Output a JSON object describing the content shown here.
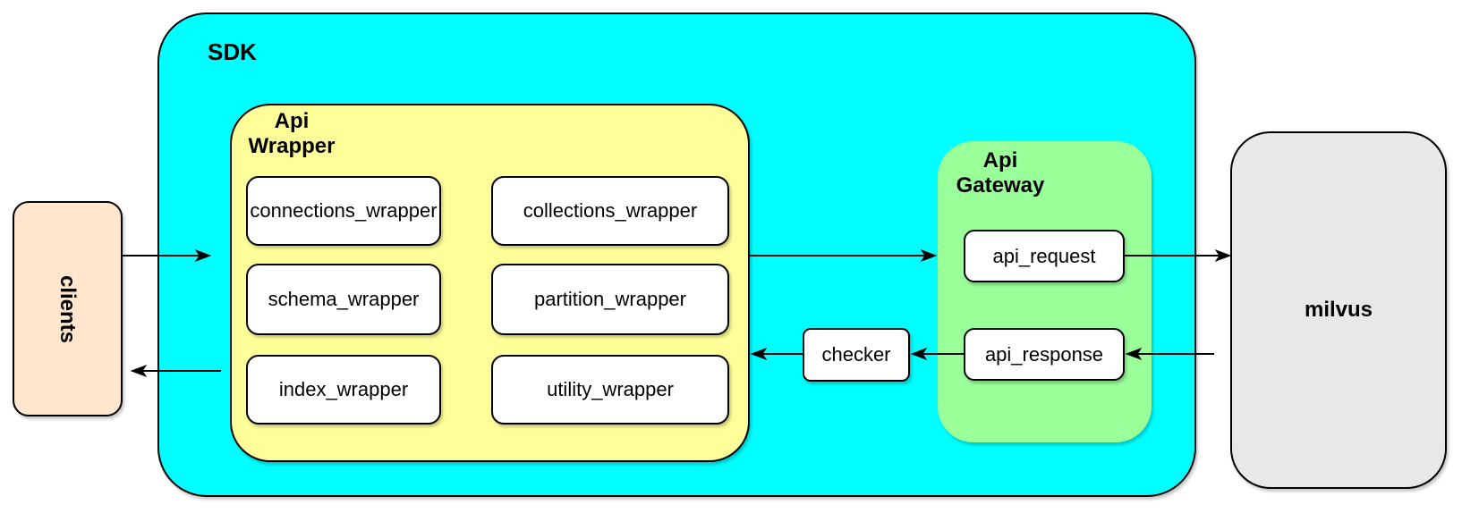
{
  "diagram": {
    "clients": {
      "label": "clients"
    },
    "sdk": {
      "label": "SDK"
    },
    "api_wrapper": {
      "label": "Api\nWrapper",
      "boxes": [
        "connections_wrapper",
        "collections_wrapper",
        "schema_wrapper",
        "partition_wrapper",
        "index_wrapper",
        "utility_wrapper"
      ]
    },
    "checker": {
      "label": "checker"
    },
    "api_gateway": {
      "label": "Api\nGateway",
      "boxes": [
        "api_request",
        "api_response"
      ]
    },
    "milvus": {
      "label": "milvus"
    },
    "edges": [
      {
        "from": "clients",
        "to": "SDK"
      },
      {
        "from": "SDK",
        "to": "clients"
      },
      {
        "from": "Api Wrapper",
        "to": "api_request"
      },
      {
        "from": "api_request",
        "to": "milvus"
      },
      {
        "from": "milvus",
        "to": "api_response"
      },
      {
        "from": "api_response",
        "to": "checker"
      },
      {
        "from": "checker",
        "to": "Api Wrapper"
      }
    ],
    "colors": {
      "clients_fill": "#FFE6CC",
      "sdk_fill": "#00FFFF",
      "api_wrapper_fill": "#FFFF99",
      "api_gateway_fill": "#99FF99",
      "milvus_fill": "#E8E8E8",
      "node_fill": "#FFFFFF",
      "stroke": "#000000"
    }
  }
}
